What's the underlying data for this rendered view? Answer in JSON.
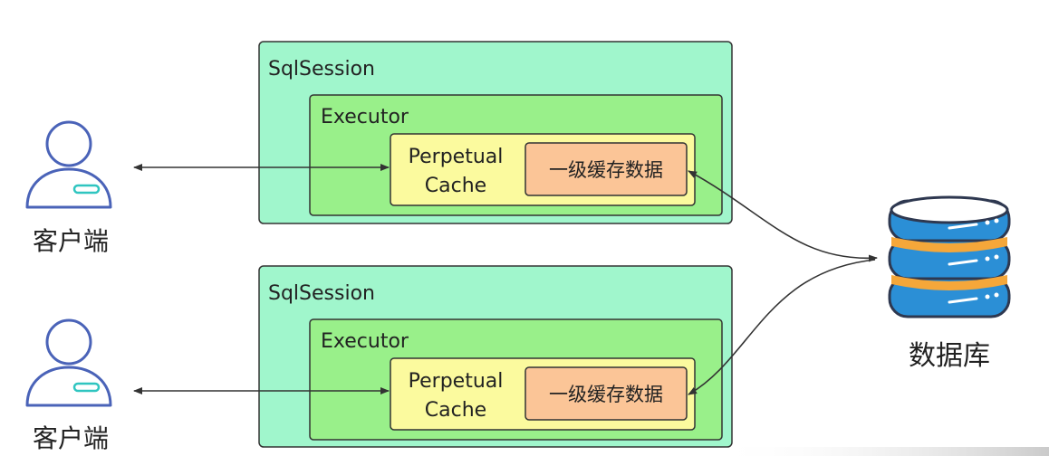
{
  "colors": {
    "session_fill": "#a0f6cc",
    "executor_fill": "#99f08a",
    "cache_fill": "#fbfa9e",
    "data_fill": "#fbc597",
    "border": "#333333",
    "user_stroke": "#4a63b8",
    "user_accent": "#2fc5c0",
    "db_blue": "#2b8fd6",
    "db_orange": "#f5a73a",
    "db_outline": "#2e3850"
  },
  "icons": {
    "user": "user-icon",
    "database": "database-icon"
  },
  "diagram": {
    "clients": [
      {
        "label": "客户端"
      },
      {
        "label": "客户端"
      }
    ],
    "sessions": [
      {
        "title": "SqlSession",
        "executor": {
          "title": "Executor",
          "cache": {
            "line1": "Perpetual",
            "line2": "Cache",
            "store": "一级缓存数据"
          }
        }
      },
      {
        "title": "SqlSession",
        "executor": {
          "title": "Executor",
          "cache": {
            "line1": "Perpetual",
            "line2": "Cache",
            "store": "一级缓存数据"
          }
        }
      }
    ],
    "database": {
      "label": "数据库"
    }
  }
}
